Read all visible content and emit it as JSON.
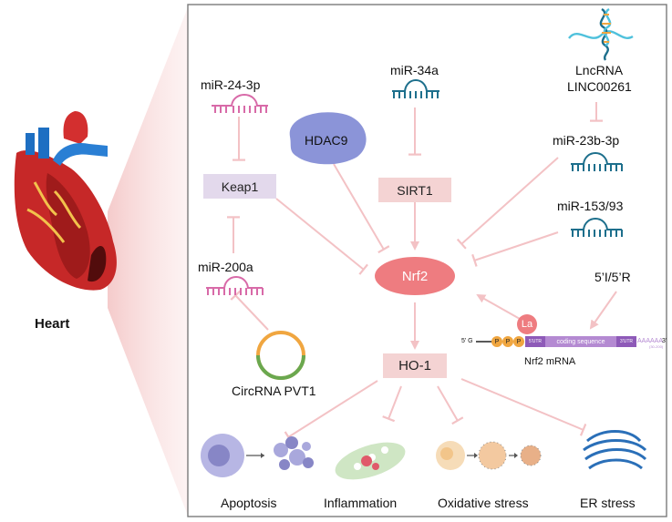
{
  "heart": {
    "label": "Heart"
  },
  "nodes": {
    "mir_24_3p": "miR-24-3p",
    "mir_34a": "miR-34a",
    "lncrna_line1": "LncRNA",
    "lncrna_line2": "LINC00261",
    "hdac9": "HDAC9",
    "keap1": "Keap1",
    "sirt1": "SIRT1",
    "mir_23b_3p": "miR-23b-3p",
    "mir_153_93": "miR-153/93",
    "mir_200a": "miR-200a",
    "nrf2": "Nrf2",
    "five_prime": "5’I/5’R",
    "ho1": "HO-1",
    "circrna": "CircRNA PVT1",
    "la": "La",
    "nrf2_mrna": "Nrf2 mRNA"
  },
  "mrna": {
    "five_g": "5' G",
    "p": "P",
    "utr5": "5'UTR",
    "coding": "coding sequence",
    "utr3": "3'UTR",
    "polya": "AAAAAA",
    "polya_sub": "(30-200)",
    "three": "3'"
  },
  "outcomes": [
    "Apoptosis",
    "Inflammation",
    "Oxidative stress",
    "ER stress"
  ],
  "colors": {
    "pink_box": "#f4d3d3",
    "lavender_box": "#e3d9ec",
    "nrf2_oval": "#ee7c80",
    "hdac9": "#8b94d8",
    "arrow": "#f3c2c5",
    "mirna_pink": "#d86aa8",
    "mirna_teal": "#1d6f8c",
    "circ_orange": "#f0a640",
    "circ_green": "#6aa84f",
    "frame": "#7a7a7a"
  }
}
